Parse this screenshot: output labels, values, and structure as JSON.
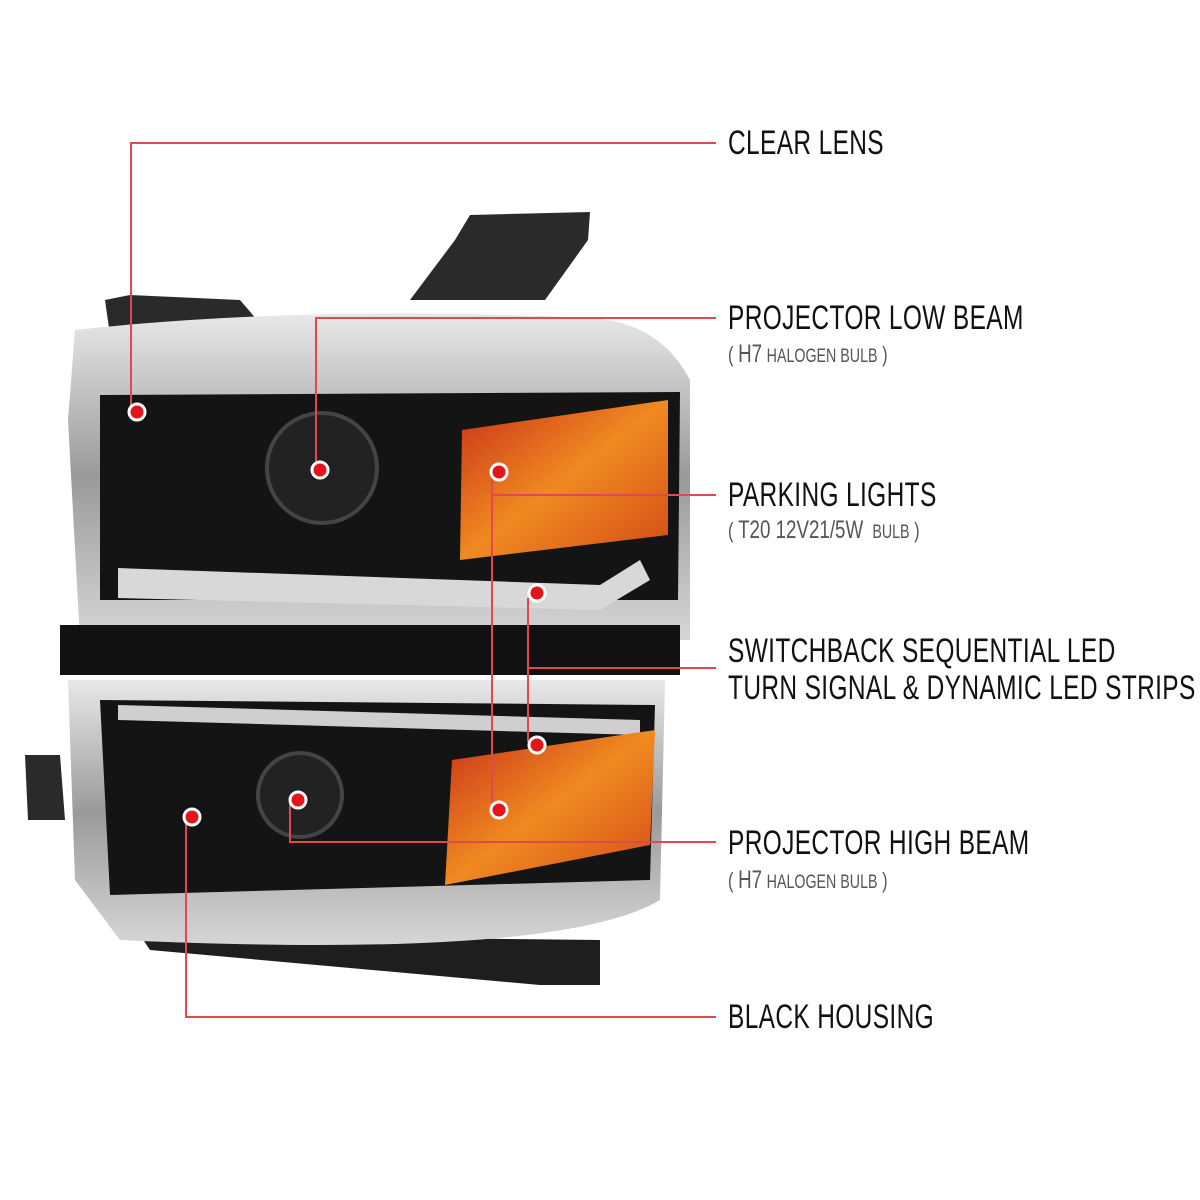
{
  "callouts": [
    {
      "title": "CLEAR LENS"
    },
    {
      "title": "PROJECTOR LOW BEAM",
      "sub_open": "(",
      "sub_big": "H7",
      "sub_small": "HALOGEN BULB",
      "sub_close": ")"
    },
    {
      "title": "PARKING LIGHTS",
      "sub_open": "(",
      "sub_big": "T20 12V21/5W",
      "sub_small": "BULB",
      "sub_close": ")"
    },
    {
      "title_line1": "SWITCHBACK SEQUENTIAL LED",
      "title_line2": "TURN SIGNAL & DYNAMIC LED STRIPS"
    },
    {
      "title": "PROJECTOR HIGH BEAM",
      "sub_open": "(",
      "sub_big": "H7",
      "sub_small": "HALOGEN BULB",
      "sub_close": ")"
    },
    {
      "title": "BLACK HOUSING"
    }
  ],
  "colors": {
    "leader": "#e04a4e",
    "dot": "#e3141c",
    "amber": "#e0561a",
    "chrome": "#b8b8b8",
    "housing": "#141414"
  }
}
